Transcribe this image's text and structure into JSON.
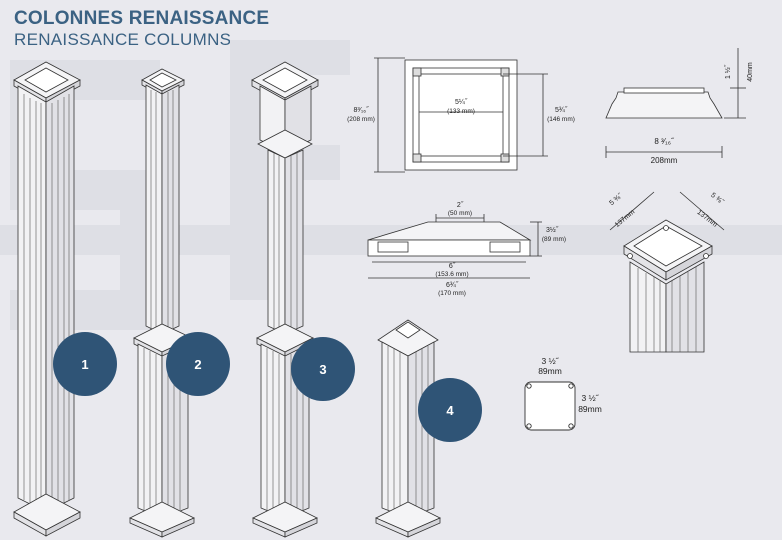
{
  "title": {
    "fr": "COLONNES RENAISSANCE",
    "en": "RENAISSANCE COLUMNS"
  },
  "badges": [
    "1",
    "2",
    "3",
    "4"
  ],
  "colors": {
    "accent": "#3b6283",
    "badge": "#2f5476",
    "background": "#e9e9ee",
    "watermark": "#dcdde3"
  },
  "dimensions": {
    "plan_top": {
      "outer_side": "8³⁄₁₆˝",
      "outer_side_mm": "(208 mm)",
      "inner_width": "5¼˝",
      "inner_width_mm": "(133 mm)",
      "inner_side": "5¾˝",
      "inner_side_mm": "(146 mm)"
    },
    "cap_side": {
      "height": "1 ½˝",
      "height_mm": "40mm",
      "width": "8 ³⁄₁₆˝",
      "width_mm": "208mm"
    },
    "cap_profile": {
      "top": "2˝",
      "top_mm": "(50 mm)",
      "height": "3½˝",
      "height_mm": "(89 mm)",
      "inner": "6˝",
      "inner_mm": "(153.6 mm)",
      "outer": "6¾˝",
      "outer_mm": "(170 mm)"
    },
    "capital_iso": {
      "left": "5 ⅜˝",
      "left_mm": "137mm",
      "right": "5 ⅜˝",
      "right_mm": "137mm"
    },
    "post_section": {
      "width": "3 ½˝",
      "width_mm": "89mm",
      "depth": "3 ½˝",
      "depth_mm": "89mm"
    }
  }
}
